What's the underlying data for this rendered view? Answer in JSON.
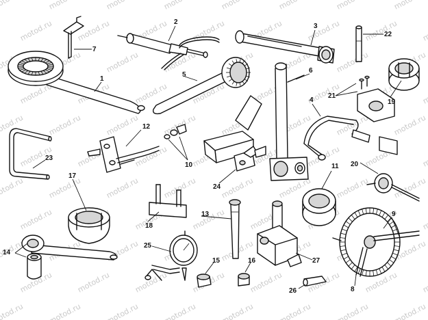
{
  "watermark": "motod.ru",
  "callouts": {
    "c1": "1",
    "c2": "2",
    "c3": "3",
    "c4": "4",
    "c5": "5",
    "c6": "6",
    "c7": "7",
    "c8": "8",
    "c9": "9",
    "c10": "10",
    "c11": "11",
    "c12": "12",
    "c13": "13",
    "c14": "14",
    "c15": "15",
    "c16": "16",
    "c17": "17",
    "c18": "18",
    "c19": "19",
    "c20": "20",
    "c21": "21",
    "c22": "22",
    "c23": "23",
    "c24": "24",
    "c25": "25",
    "c26": "26",
    "c27": "27"
  }
}
